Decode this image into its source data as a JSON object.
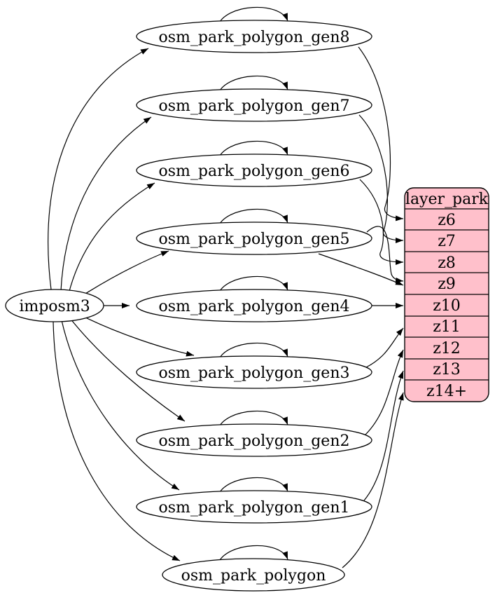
{
  "diagram": {
    "imposm": {
      "label": "imposm3"
    },
    "tables": [
      {
        "label": "osm_park_polygon_gen8"
      },
      {
        "label": "osm_park_polygon_gen7"
      },
      {
        "label": "osm_park_polygon_gen6"
      },
      {
        "label": "osm_park_polygon_gen5"
      },
      {
        "label": "osm_park_polygon_gen4"
      },
      {
        "label": "osm_park_polygon_gen3"
      },
      {
        "label": "osm_park_polygon_gen2"
      },
      {
        "label": "osm_park_polygon_gen1"
      },
      {
        "label": "osm_park_polygon"
      }
    ],
    "layer": {
      "title": "layer_park",
      "rows": [
        {
          "label": "z6"
        },
        {
          "label": "z7"
        },
        {
          "label": "z8"
        },
        {
          "label": "z9"
        },
        {
          "label": "z10"
        },
        {
          "label": "z11"
        },
        {
          "label": "z12"
        },
        {
          "label": "z13"
        },
        {
          "label": "z14+"
        }
      ]
    },
    "colors": {
      "layer_fill": "#ffc0cb",
      "node_fill": "#ffffff",
      "stroke": "#000000",
      "background": "#ffffff"
    }
  }
}
